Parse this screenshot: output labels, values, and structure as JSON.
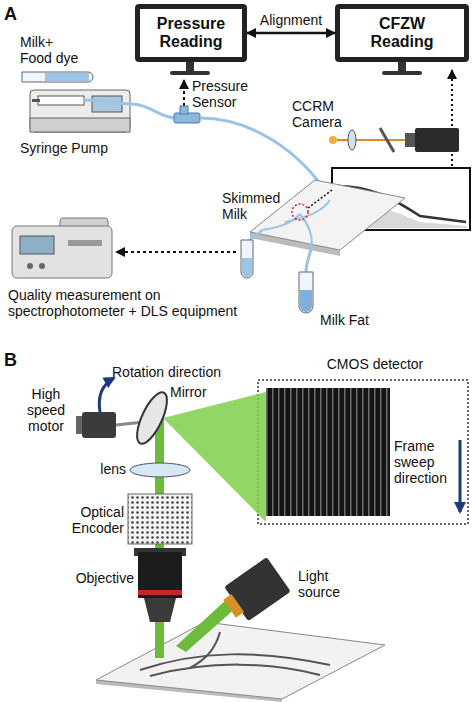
{
  "diagram": {
    "nodes": [
      {
        "text": [
          "Pressure Reading"
        ]
      },
      {
        "text": [
          "CFZW Reading"
        ]
      }
    ],
    "edges": [
      {
        "from": 0,
        "to": 1,
        "arrow": "both",
        "label": "Alignment"
      }
    ],
    "labels": [
      "A",
      "Milk+ Food dye",
      "Syringe Pump",
      "Pressure Sensor",
      "CCRM Camera",
      "Skimmed Milk",
      "Quality measurement on spectrophotometer + DLS equipment",
      "Milk Fat",
      "B",
      "Rotation direction",
      "Mirror",
      "CMOS detector",
      "High speed motor",
      "lens",
      "Frame sweep direction",
      "Optical Encoder",
      "Objective",
      "Light source"
    ]
  }
}
